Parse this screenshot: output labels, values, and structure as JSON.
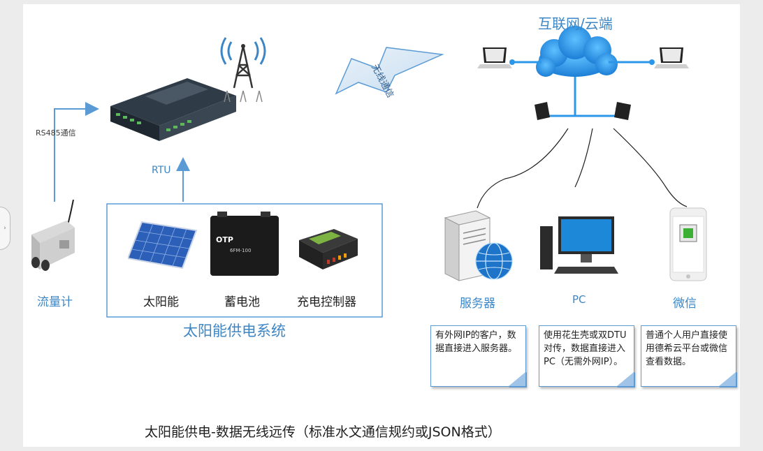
{
  "title_cloud": "互联网/云端",
  "wireless_label": "无线通信",
  "rs485_label": "RS485通信",
  "rtu_label": "RTU",
  "flowmeter_label": "流量计",
  "solar_label": "太阳能",
  "battery_label": "蓄电池",
  "controller_label": "充电控制器",
  "power_system_label": "太阳能供电系统",
  "battery_brand": "OTP",
  "battery_model": "6FM-100",
  "server_label": "服务器",
  "pc_label": "PC",
  "wechat_label": "微信",
  "notes": [
    "有外网IP的客户，数据直接进入服务器。",
    "使用花生壳或双DTU对传，数据直接进入PC（无需外网IP）。",
    "普通个人用户直接使用德希云平台或微信查看数据。"
  ],
  "footer_caption": "太阳能供电-数据无线远传（标准水文通信规约或JSON格式）",
  "side_handle": "›",
  "colors": {
    "accent": "#3d86c6",
    "arrow": "#5b9bd5",
    "cloud": "#2c97e8",
    "box_border": "#5b9bd5"
  }
}
